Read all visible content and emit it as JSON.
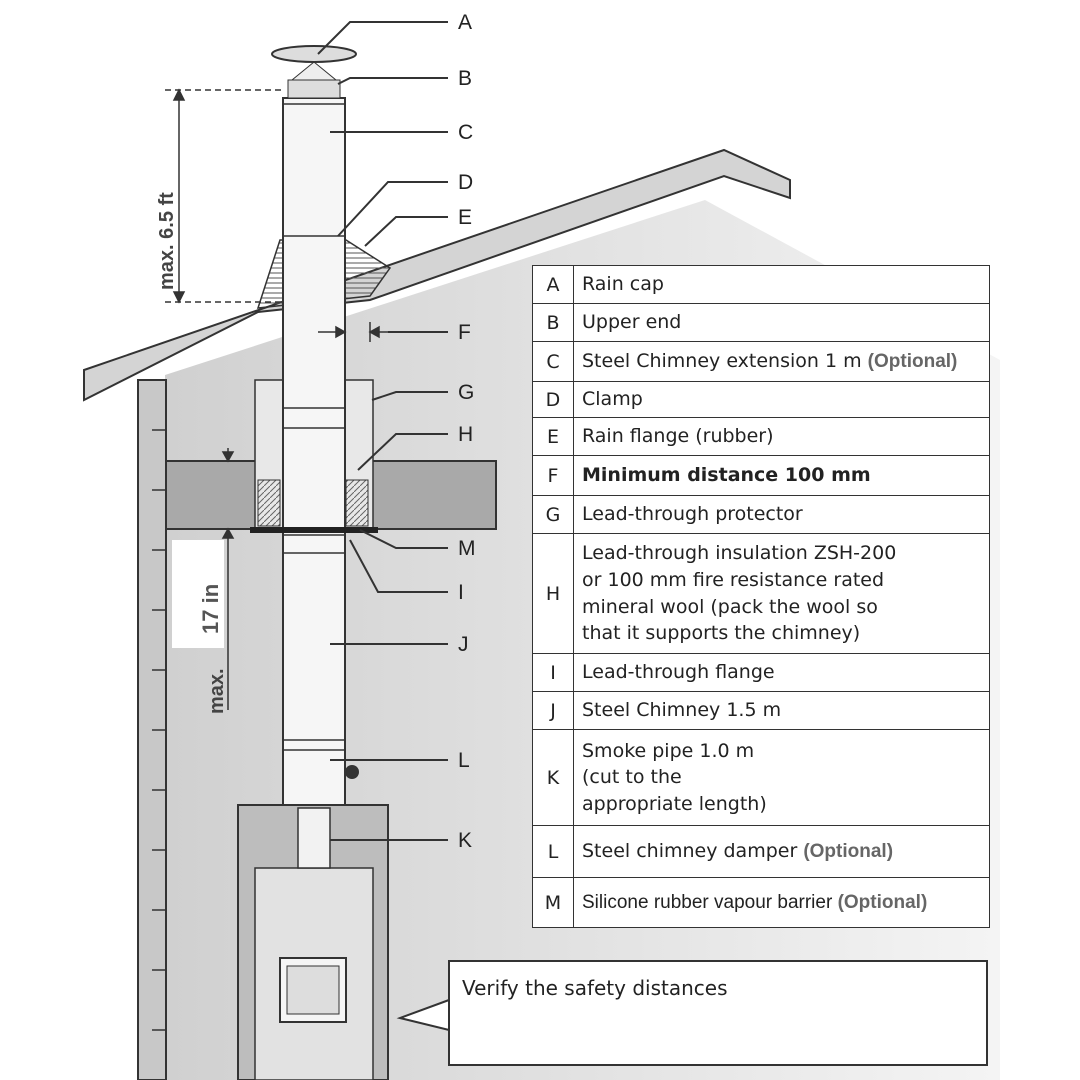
{
  "callouts": [
    "A",
    "B",
    "C",
    "D",
    "E",
    "F",
    "G",
    "H",
    "M",
    "I",
    "J",
    "L",
    "K"
  ],
  "dimensions": {
    "top": "max. 6.5 ft",
    "lower_value": "17 in",
    "lower_prefix": "max."
  },
  "legend": [
    {
      "key": "A",
      "text": "Rain cap",
      "optional": ""
    },
    {
      "key": "B",
      "text": "Upper end",
      "optional": ""
    },
    {
      "key": "C",
      "text": "Steel Chimney extension 1 m",
      "optional": "(Optional)"
    },
    {
      "key": "D",
      "text": "Clamp",
      "optional": ""
    },
    {
      "key": "E",
      "text": "Rain flange (rubber)",
      "optional": ""
    },
    {
      "key": "F",
      "text": "Minimum distance 100 mm",
      "optional": ""
    },
    {
      "key": "G",
      "text": "Lead-through protector",
      "optional": ""
    },
    {
      "key": "H",
      "text": "Lead-through insulation ZSH-200\nor 100 mm fire resistance rated\nmineral wool (pack the wool so\nthat it supports the chimney)",
      "optional": ""
    },
    {
      "key": "I",
      "text": "Lead-through flange",
      "optional": ""
    },
    {
      "key": "J",
      "text": "Steel Chimney 1.5 m",
      "optional": ""
    },
    {
      "key": "K",
      "text": "Smoke pipe 1.0 m\n(cut to the\nappropriate length)",
      "optional": ""
    },
    {
      "key": "L",
      "text": "Steel chimney damper",
      "optional": "(Optional)"
    },
    {
      "key": "M",
      "text": "Silicone rubber vapour barrier",
      "optional": "(Optional)"
    }
  ],
  "note": "Verify the safety distances",
  "colors": {
    "roof": "#d4d4d4",
    "ceiling": "#a9a9a9",
    "wall": "#c8c8c8",
    "line": "#333333"
  }
}
